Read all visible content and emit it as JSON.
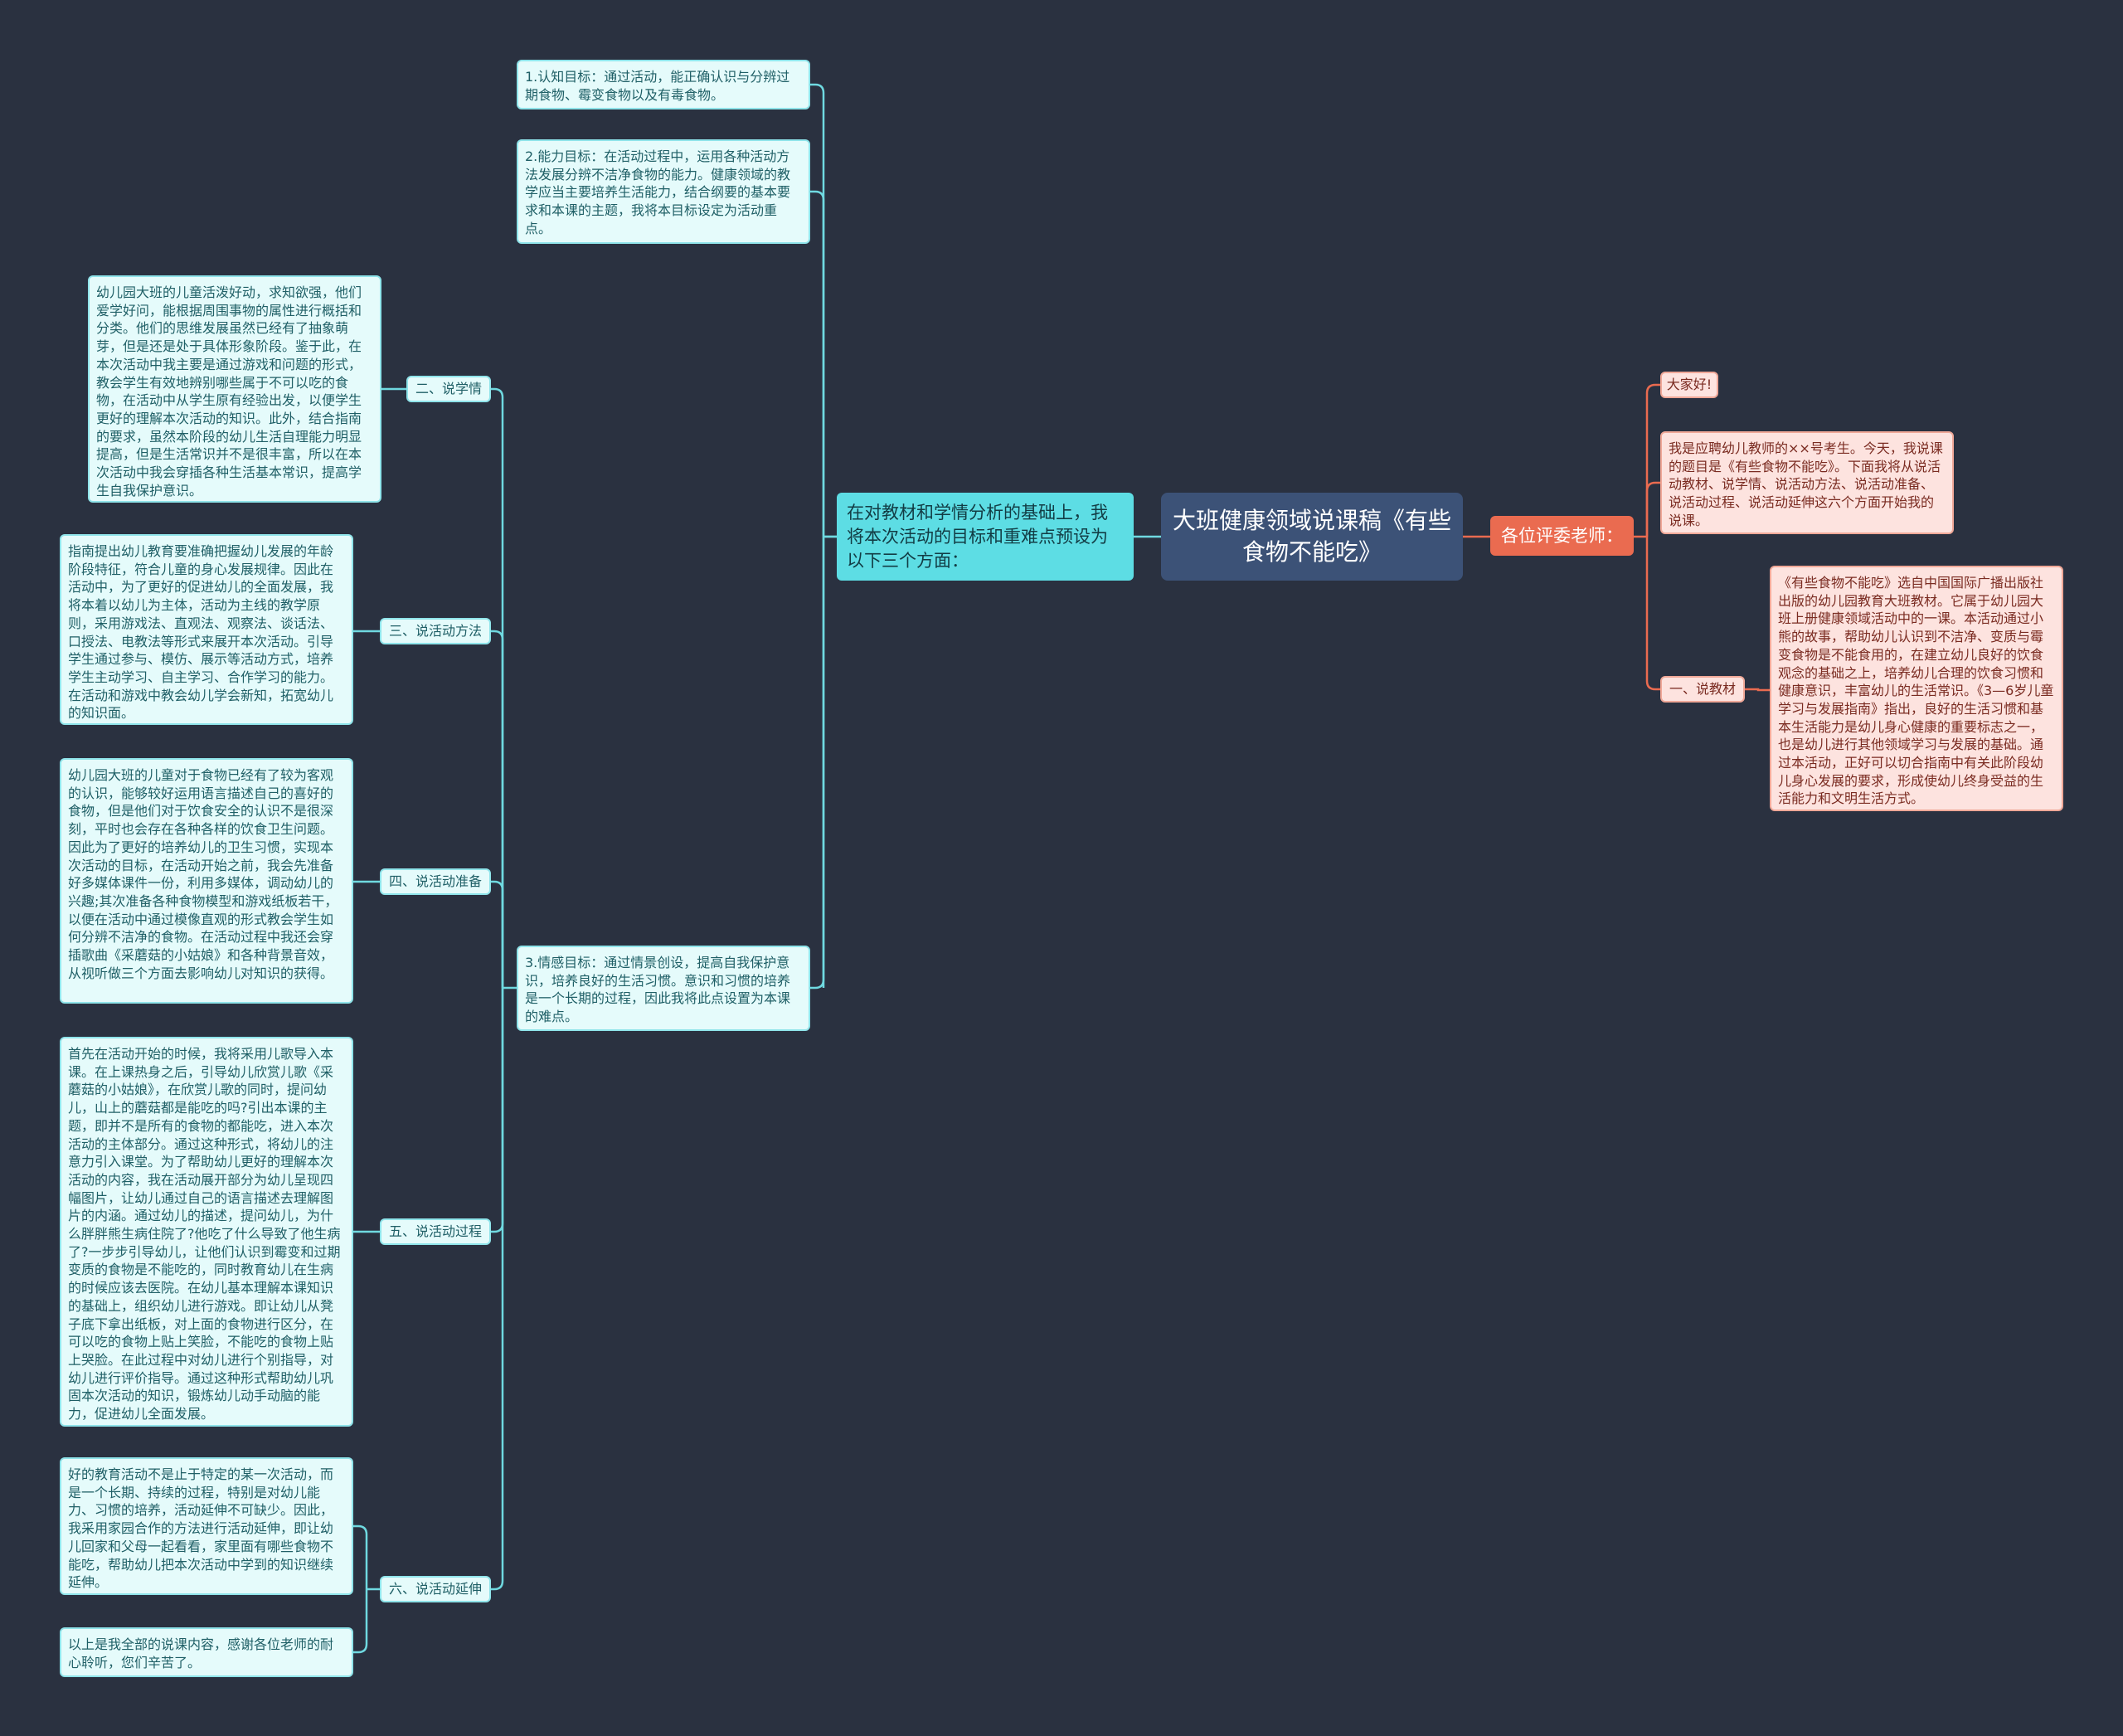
{
  "central": {
    "title": "大班健康领域说课稿《有些食物不能吃》"
  },
  "left_branch": {
    "text": "在对教材和学情分析的基础上，我将本次活动的目标和重难点预设为以下三个方面：",
    "goals": [
      "1.认知目标：通过活动，能正确认识与分辨过期食物、霉变食物以及有毒食物。",
      "2.能力目标：在活动过程中，运用各种活动方法发展分辨不洁净食物的能力。健康领域的教学应当主要培养生活能力，结合纲要的基本要求和本课的主题，我将本目标设定为活动重点。",
      "3.情感目标：通过情景创设，提高自我保护意识，培养良好的生活习惯。意识和习惯的培养是一个长期的过程，因此我将此点设置为本课的难点。"
    ],
    "sections": [
      {
        "label": "二、说学情",
        "details": [
          "幼儿园大班的儿童活泼好动，求知欲强，他们爱学好问，能根据周围事物的属性进行概括和分类。他们的思维发展虽然已经有了抽象萌芽，但是还是处于具体形象阶段。鉴于此，在本次活动中我主要是通过游戏和问题的形式，教会学生有效地辨别哪些属于不可以吃的食物，在活动中从学生原有经验出发，以便学生更好的理解本次活动的知识。此外，结合指南的要求，虽然本阶段的幼儿生活自理能力明显提高，但是生活常识并不是很丰富，所以在本次活动中我会穿插各种生活基本常识，提高学生自我保护意识。"
        ]
      },
      {
        "label": "三、说活动方法",
        "details": [
          "指南提出幼儿教育要准确把握幼儿发展的年龄阶段特征，符合儿童的身心发展规律。因此在活动中，为了更好的促进幼儿的全面发展，我将本着以幼儿为主体，活动为主线的教学原则，采用游戏法、直观法、观察法、谈话法、口授法、电教法等形式来展开本次活动。引导学生通过参与、模仿、展示等活动方式，培养学生主动学习、自主学习、合作学习的能力。在活动和游戏中教会幼儿学会新知，拓宽幼儿的知识面。"
        ]
      },
      {
        "label": "四、说活动准备",
        "details": [
          "幼儿园大班的儿童对于食物已经有了较为客观的认识，能够较好运用语言描述自己的喜好的食物，但是他们对于饮食安全的认识不是很深刻，平时也会存在各种各样的饮食卫生问题。因此为了更好的培养幼儿的卫生习惯，实现本次活动的目标，在活动开始之前，我会先准备好多媒体课件一份，利用多媒体，调动幼儿的兴趣;其次准备各种食物模型和游戏纸板若干，以便在活动中通过模像直观的形式教会学生如何分辨不洁净的食物。在活动过程中我还会穿插歌曲《采蘑菇的小姑娘》和各种背景音效，从视听做三个方面去影响幼儿对知识的获得。"
        ]
      },
      {
        "label": "五、说活动过程",
        "details": [
          "首先在活动开始的时候，我将采用儿歌导入本课。在上课热身之后，引导幼儿欣赏儿歌《采蘑菇的小姑娘》，在欣赏儿歌的同时，提问幼儿，山上的蘑菇都是能吃的吗?引出本课的主题，即并不是所有的食物的都能吃，进入本次活动的主体部分。通过这种形式，将幼儿的注意力引入课堂。为了帮助幼儿更好的理解本次活动的内容，我在活动展开部分为幼儿呈现四幅图片，让幼儿通过自己的语言描述去理解图片的内涵。通过幼儿的描述，提问幼儿，为什么胖胖熊生病住院了?他吃了什么导致了他生病了?一步步引导幼儿，让他们认识到霉变和过期变质的食物是不能吃的，同时教育幼儿在生病的时候应该去医院。在幼儿基本理解本课知识的基础上，组织幼儿进行游戏。即让幼儿从凳子底下拿出纸板，对上面的食物进行区分，在可以吃的食物上贴上笑脸，不能吃的食物上贴上哭脸。在此过程中对幼儿进行个别指导，对幼儿进行评价指导。通过这种形式帮助幼儿巩固本次活动的知识，锻炼幼儿动手动脑的能力，促进幼儿全面发展。"
        ]
      },
      {
        "label": "六、说活动延伸",
        "details": [
          "好的教育活动不是止于特定的某一次活动，而是一个长期、持续的过程，特别是对幼儿能力、习惯的培养，活动延伸不可缺少。因此，我采用家园合作的方法进行活动延伸，即让幼儿回家和父母一起看看，家里面有哪些食物不能吃，帮助幼儿把本次活动中学到的知识继续延伸。",
          "以上是我全部的说课内容，感谢各位老师的耐心聆听，您们辛苦了。"
        ]
      }
    ]
  },
  "right_branch": {
    "text": "各位评委老师：",
    "items": [
      {
        "text": "大家好!"
      },
      {
        "text": "我是应聘幼儿教师的××号考生。今天，我说课的题目是《有些食物不能吃》。下面我将从说活动教材、说学情、说活动方法、说活动准备、说活动过程、说活动延伸这六个方面开始我的说课。"
      },
      {
        "label": "一、说教材",
        "detail": "《有些食物不能吃》选自中国国际广播出版社出版的幼儿园教育大班教材。它属于幼儿园大班上册健康领域活动中的一课。本活动通过小熊的故事，帮助幼儿认识到不洁净、变质与霉变食物是不能食用的，在建立幼儿良好的饮食观念的基础之上，培养幼儿合理的饮食习惯和健康意识，丰富幼儿的生活常识。《3—6岁儿童学习与发展指南》指出，良好的生活习惯和基本生活能力是幼儿身心健康的重要标志之一，也是幼儿进行其他领域学习与发展的基础。通过本活动，正好可以切合指南中有关此阶段幼儿身心发展的要求，形成使幼儿终身受益的生活能力和文明生活方式。"
      }
    ]
  },
  "colors": {
    "background": "#2a3140",
    "central": "#3c5277",
    "left_branch": "#5ddde4",
    "right_branch": "#ea6b50",
    "left_line": "#6fd9e0",
    "right_line": "#ea6b50"
  }
}
